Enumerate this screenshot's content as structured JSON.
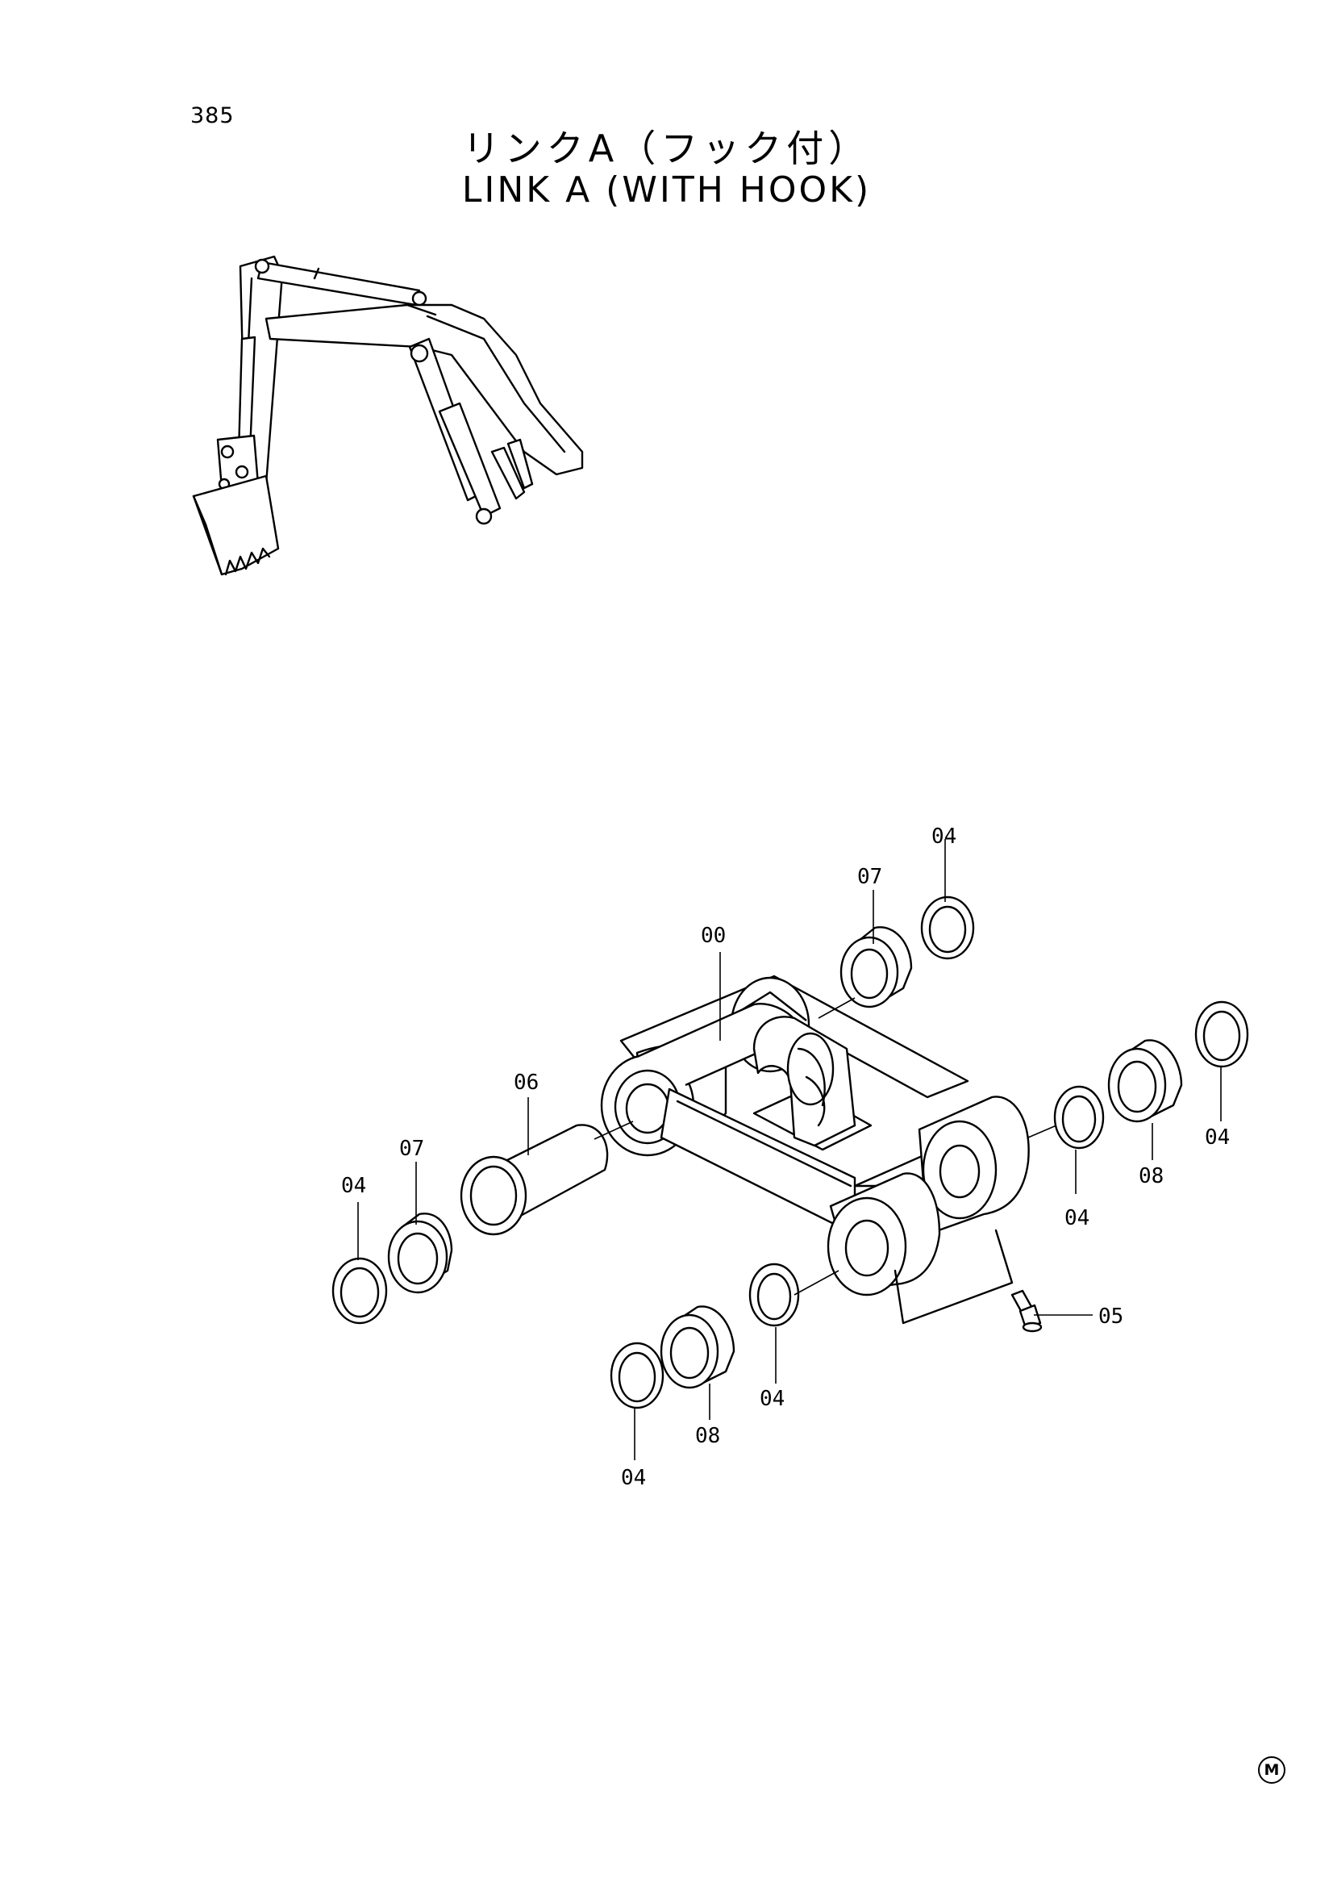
{
  "page": {
    "number": "385",
    "title_jp": "リンクA（フック付）",
    "title_en": "LINK A (WITH HOOK)",
    "mark": "M"
  },
  "callouts": [
    "00",
    "04",
    "04",
    "04",
    "04",
    "04",
    "04",
    "05",
    "06",
    "07",
    "07",
    "08",
    "08"
  ]
}
